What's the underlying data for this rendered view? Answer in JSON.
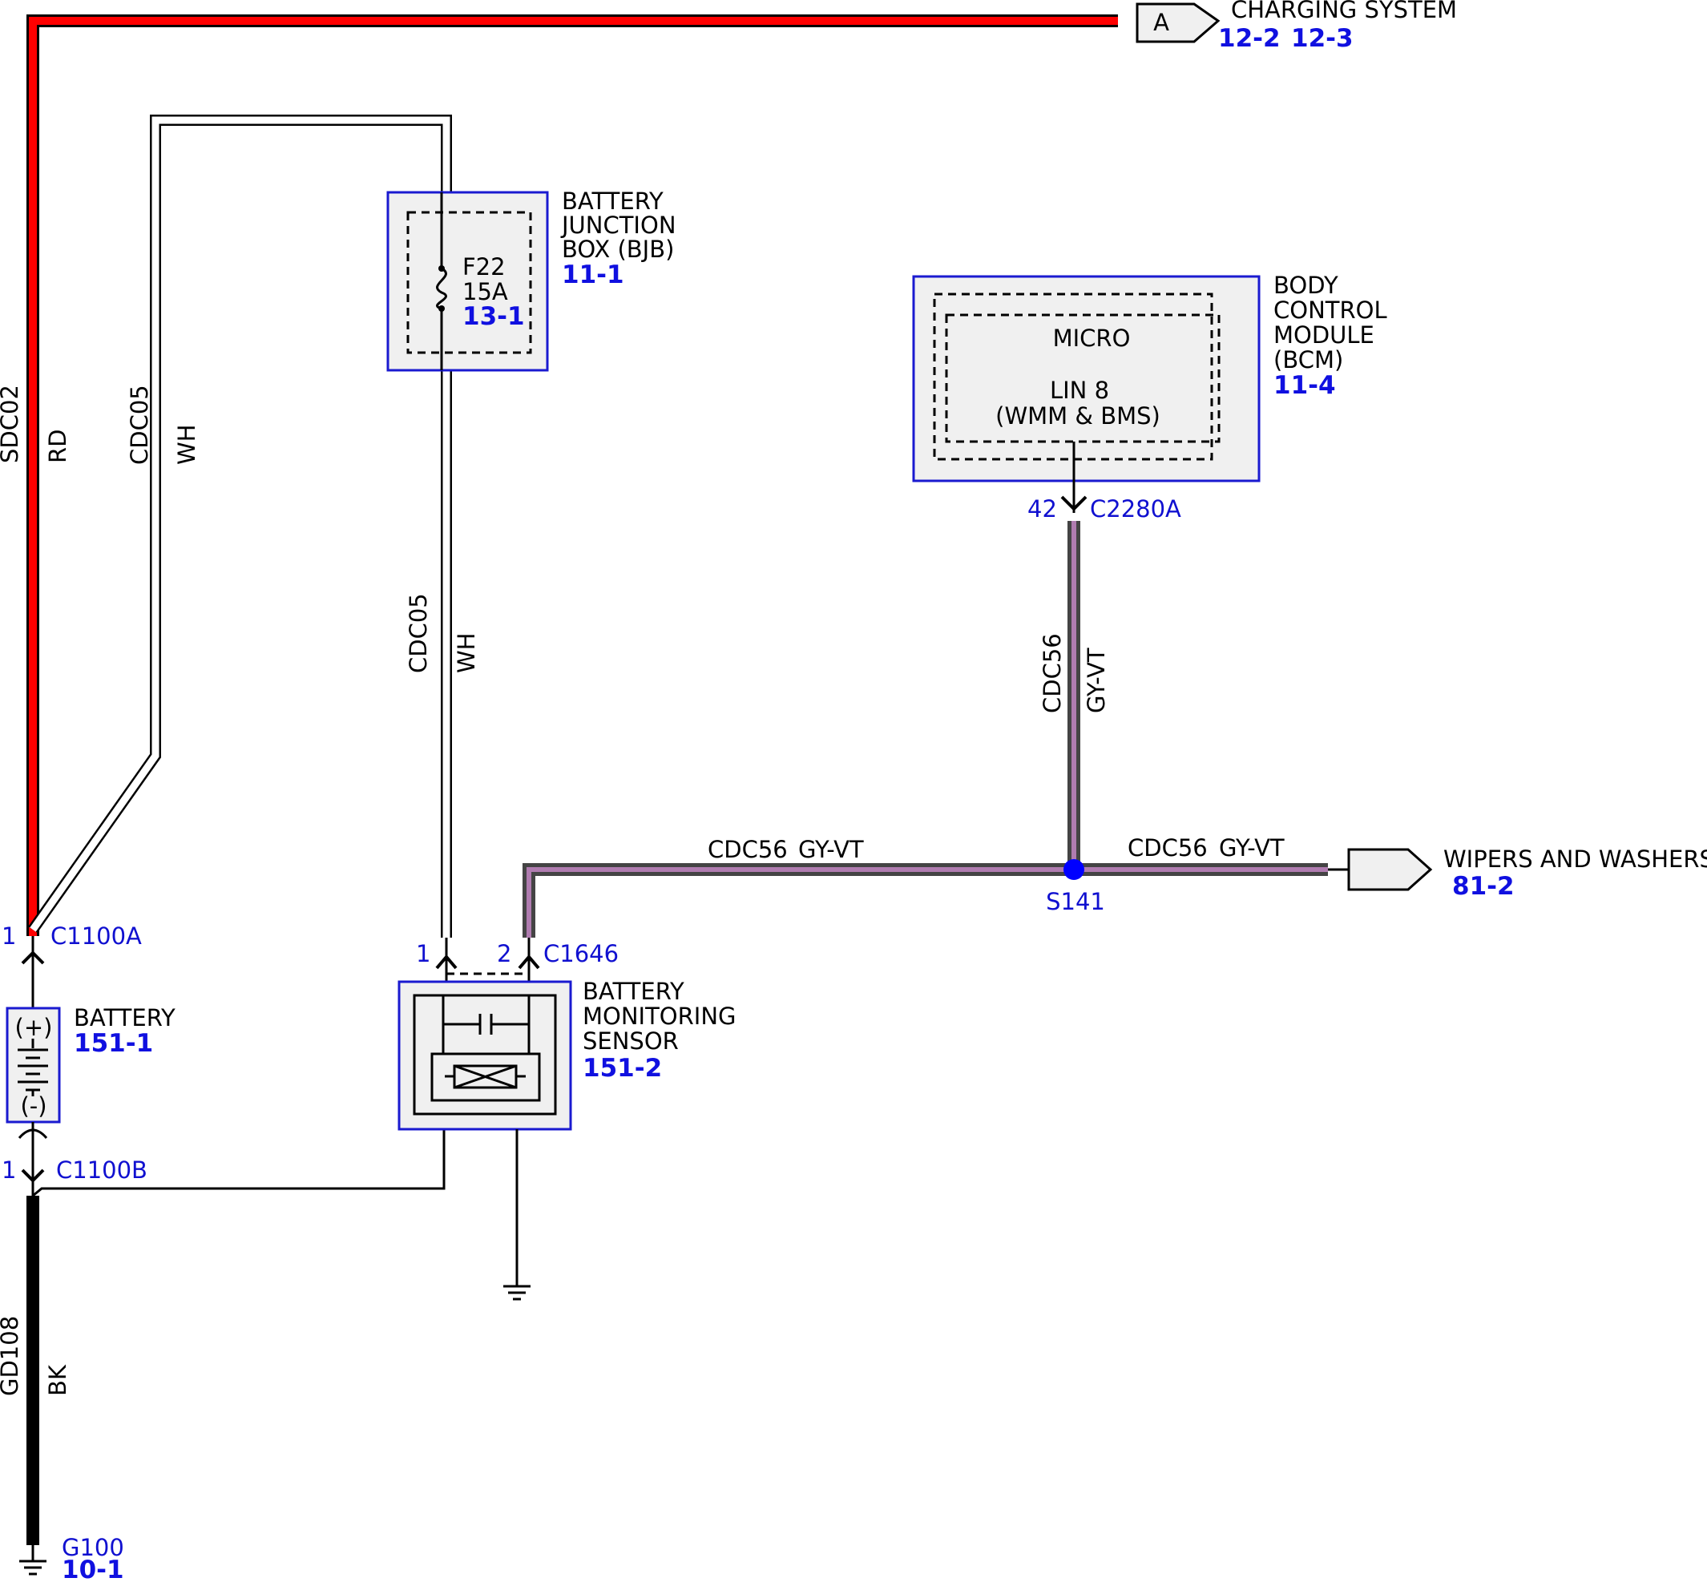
{
  "colors": {
    "red_wire": "#ff0000",
    "module_border": "#1a1ad0",
    "ref_text": "#1010e0",
    "splice": "#0000ff",
    "gy_vt_stripe": "#b07cb0",
    "white_wire": "#ffffff",
    "black_wire": "#000000"
  },
  "charging": {
    "arrow": "A",
    "label": "CHARGING SYSTEM",
    "ref1": "12-2",
    "ref2": "12-3"
  },
  "wires": {
    "sdc02": {
      "circuit": "SDC02",
      "color": "RD"
    },
    "cdc05_left": {
      "circuit": "CDC05",
      "color": "WH"
    },
    "cdc05_mid": {
      "circuit": "CDC05",
      "color": "WH"
    },
    "cdc56_vert": {
      "circuit": "CDC56",
      "color": "GY-VT"
    },
    "cdc56_left": {
      "circuit": "CDC56",
      "color": "GY-VT"
    },
    "cdc56_right": {
      "circuit": "CDC56",
      "color": "GY-VT"
    },
    "gd108": {
      "circuit": "GD108",
      "color": "BK"
    }
  },
  "bjb": {
    "line1": "BATTERY",
    "line2": "JUNCTION",
    "line3": "BOX (BJB)",
    "ref": "11-1",
    "fuse_name": "F22",
    "fuse_rating": "15A",
    "fuse_ref": "13-1"
  },
  "bcm": {
    "line1": "BODY",
    "line2": "CONTROL",
    "line3": "MODULE",
    "line4": "(BCM)",
    "ref": "11-4",
    "micro": "MICRO",
    "lin": "LIN 8",
    "lin_sub": "(WMM & BMS)",
    "pin": "42",
    "connector": "C2280A"
  },
  "splice": {
    "name": "S141"
  },
  "wipers": {
    "line1": "WIPERS AND WASHERS",
    "ref": "81-2"
  },
  "battery": {
    "label": "BATTERY",
    "ref": "151-1",
    "plus": "(+)",
    "minus": "(-)"
  },
  "c1100a": {
    "pin": "1",
    "name": "C1100A"
  },
  "c1100b": {
    "pin": "1",
    "name": "C1100B"
  },
  "c1646": {
    "pin1": "1",
    "pin2": "2",
    "name": "C1646"
  },
  "bms": {
    "line1": "BATTERY",
    "line2": "MONITORING",
    "line3": "SENSOR",
    "ref": "151-2"
  },
  "ground": {
    "name": "G100",
    "ref": "10-1"
  }
}
